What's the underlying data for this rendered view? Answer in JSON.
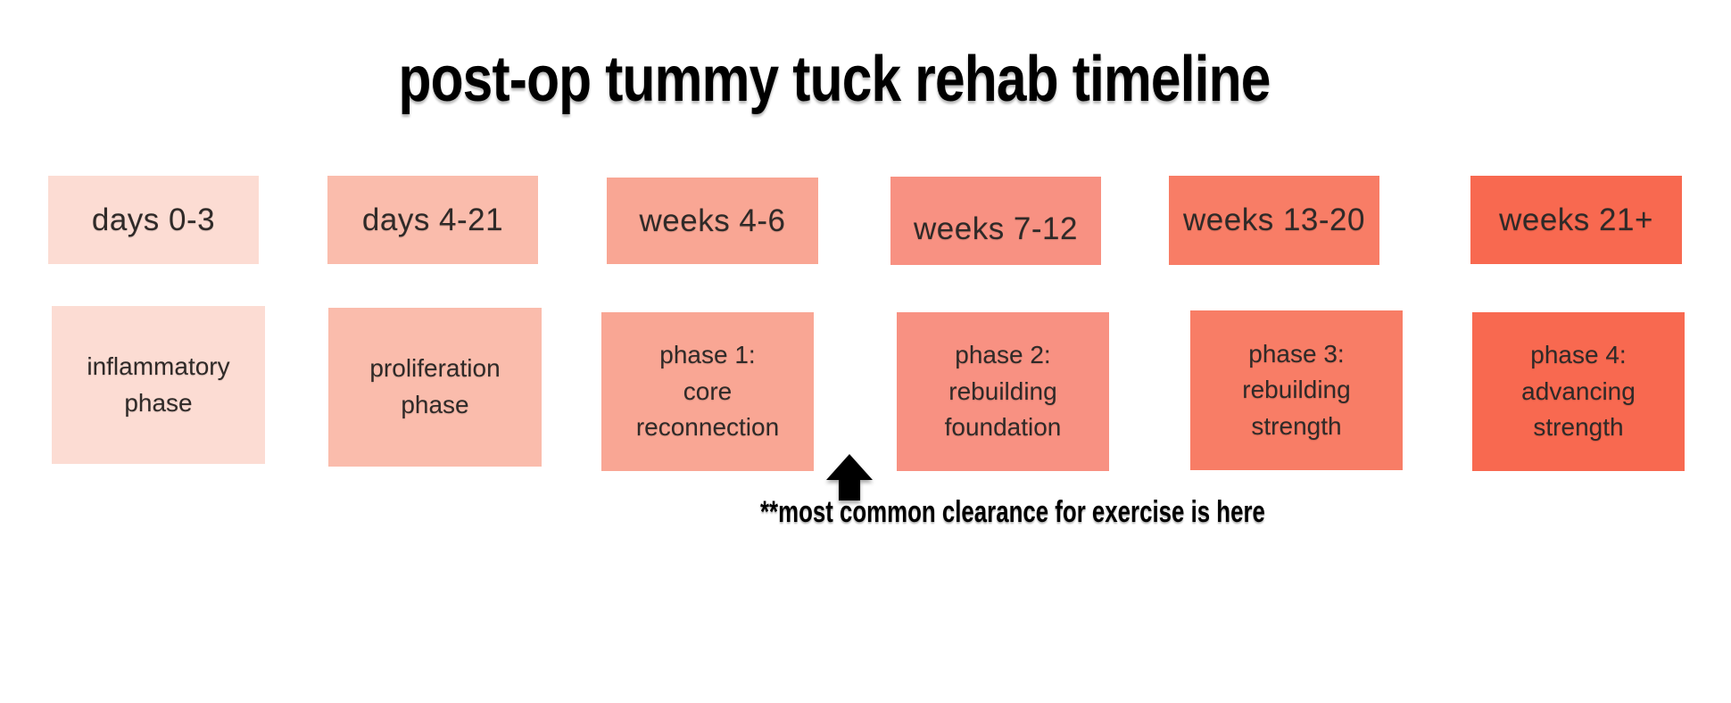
{
  "title": "post-op tummy tuck rehab timeline",
  "icons": {
    "clearance_marker": "arrow-up-icon"
  },
  "palette": {
    "stage1": "#fcdcd3",
    "stage2": "#fabcac",
    "stage3": "#f9a694",
    "stage4": "#f89182",
    "stage5": "#f87d66",
    "stage6": "#f86950",
    "text_dark": "#2f2a28",
    "accent_black": "#000000"
  },
  "timeline": {
    "stages": [
      {
        "period": "days 0-3",
        "phase": "inflammatory\nphase",
        "color": "#fcdcd3"
      },
      {
        "period": "days 4-21",
        "phase": "proliferation\nphase",
        "color": "#fabcac"
      },
      {
        "period": "weeks 4-6",
        "phase": "phase 1:\ncore\nreconnection",
        "color": "#f9a694"
      },
      {
        "period": "weeks 7-12",
        "phase": "phase 2:\nrebuilding\nfoundation",
        "color": "#f89182"
      },
      {
        "period": "weeks 13-20",
        "phase": "phase 3:\nrebuilding\nstrength",
        "color": "#f87d66"
      },
      {
        "period": "weeks 21+",
        "phase": "phase 4:\nadvancing\nstrength",
        "color": "#f86950"
      }
    ]
  },
  "footnote": {
    "text": "**most common clearance for exercise is here"
  }
}
